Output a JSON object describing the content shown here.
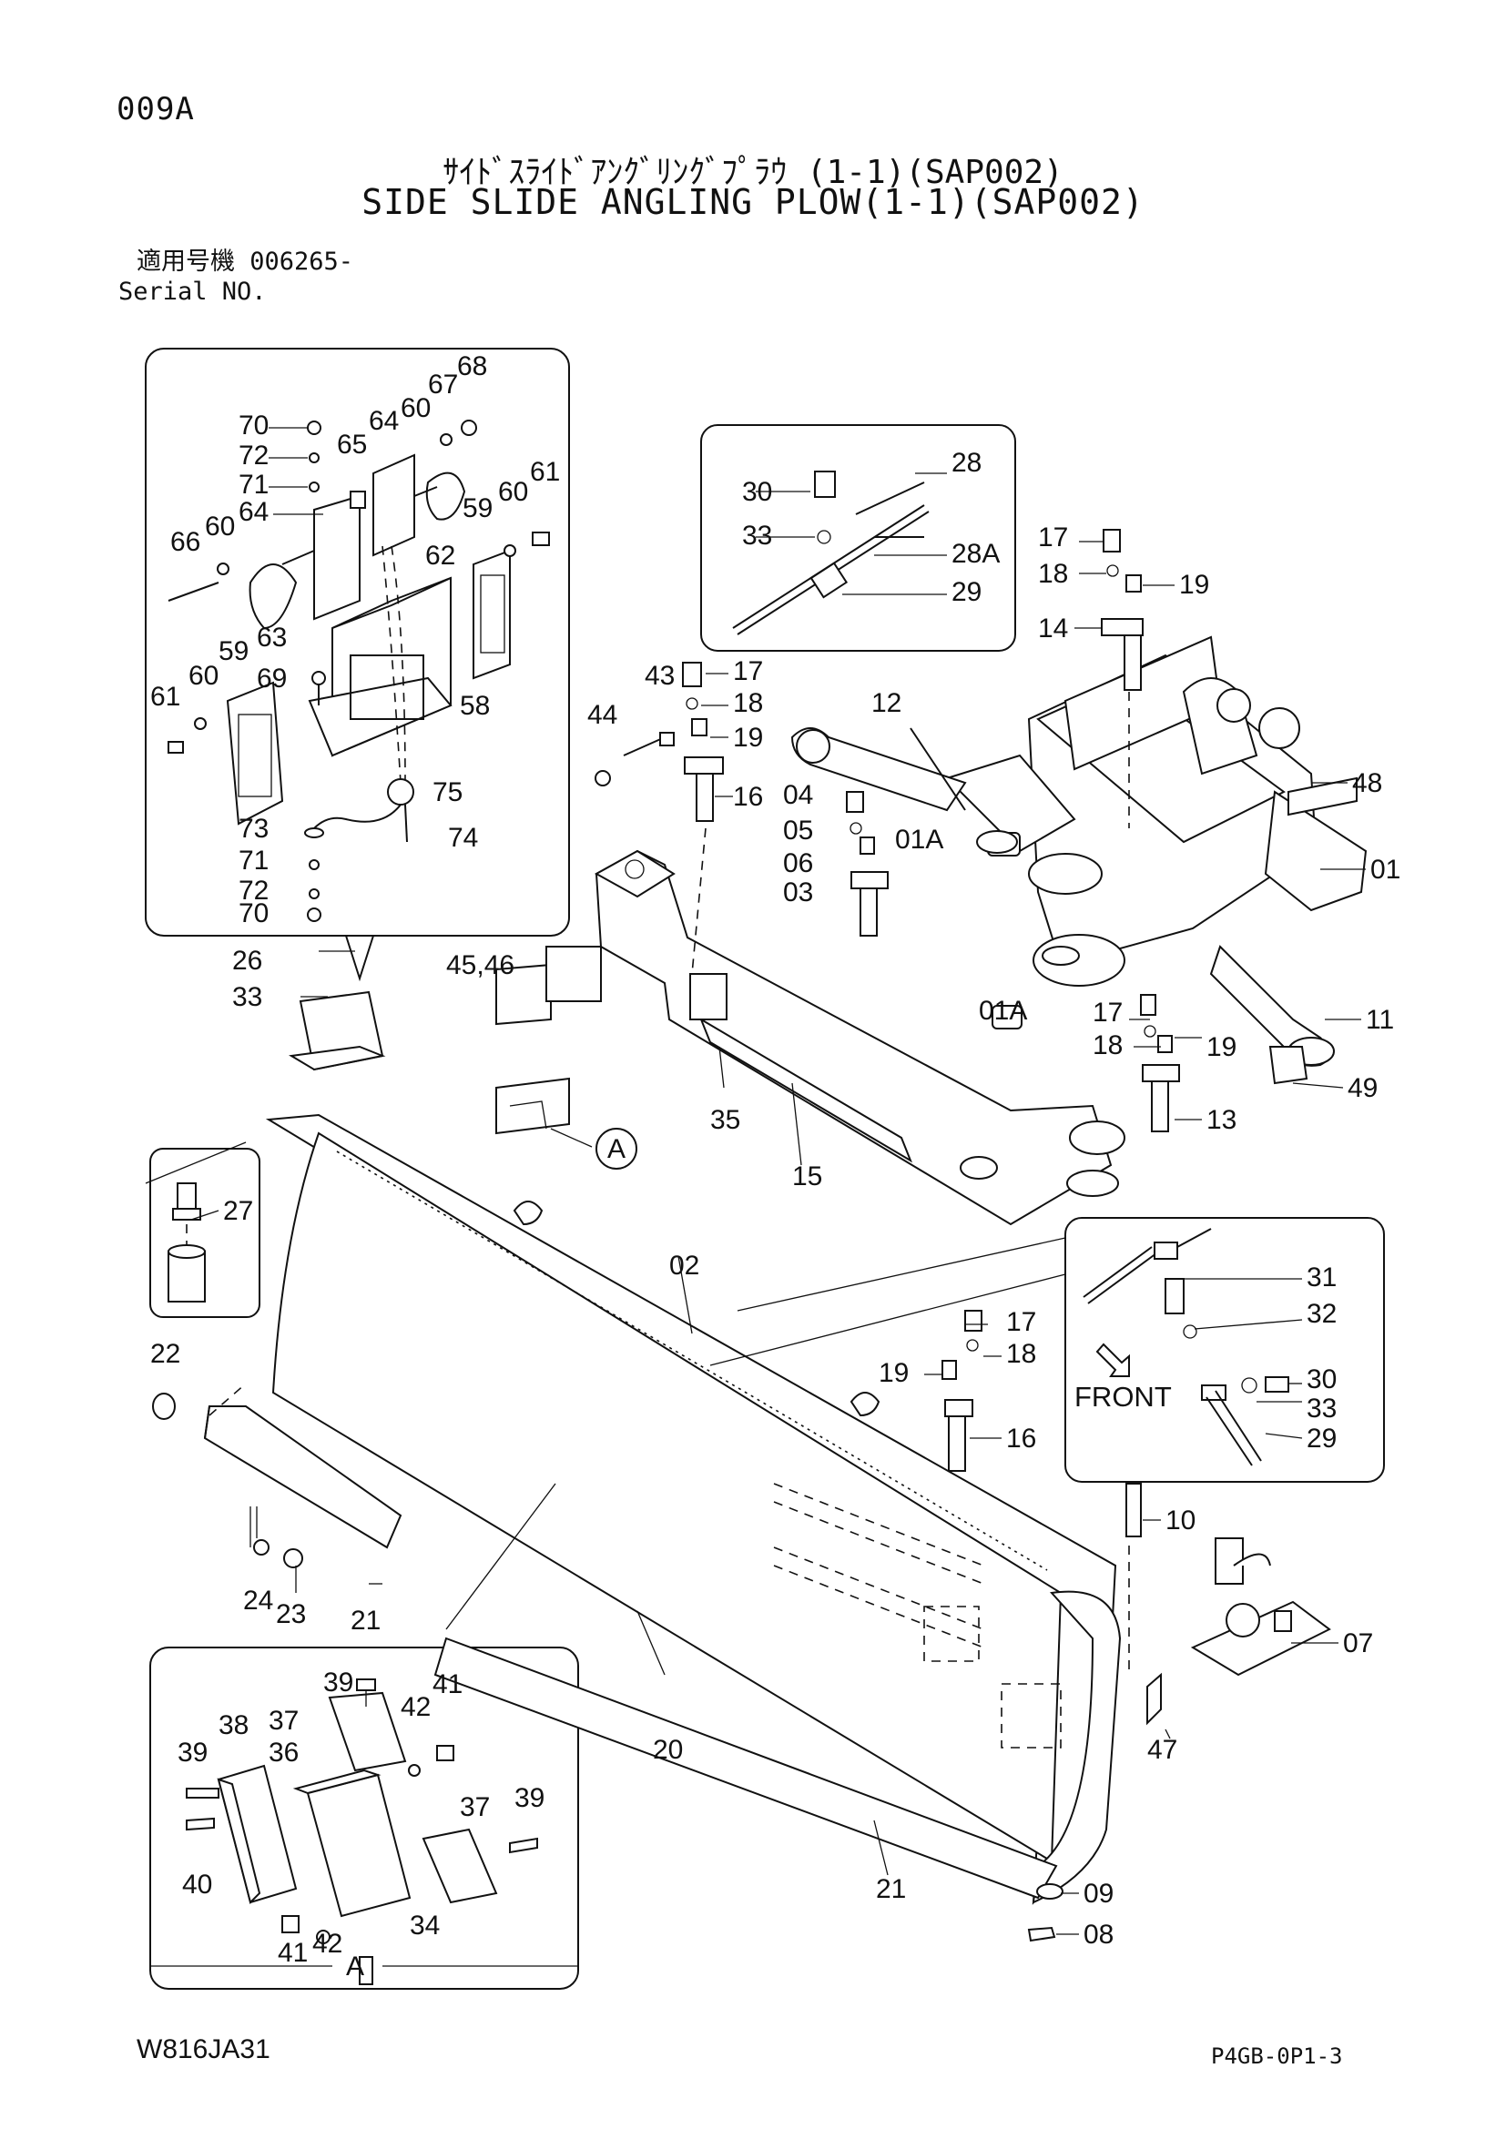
{
  "header": {
    "page_code": "009A",
    "title_jp": "ｻｲﾄﾞｽﾗｲﾄﾞｱﾝｸﾞﾘﾝｸﾞﾌﾟﾗｳ (1-1)(SAP002)",
    "title_en": "SIDE SLIDE ANGLING PLOW(1-1)(SAP002)",
    "serial_jp": "適用号機 006265-",
    "serial_en": "Serial NO."
  },
  "footer": {
    "left_code": "W816JA31",
    "right_code": "P4GB-0P1-3"
  },
  "diagram": {
    "direction_label": "FRONT",
    "detail_ref": "A",
    "callouts": {
      "lamp": [
        "70",
        "72",
        "71",
        "65",
        "64",
        "60",
        "67",
        "68",
        "64",
        "60",
        "61",
        "59",
        "66",
        "60",
        "62",
        "63",
        "59",
        "60",
        "69",
        "58",
        "61",
        "75",
        "73",
        "74",
        "71",
        "72",
        "70"
      ],
      "hose": [
        "30",
        "28",
        "33",
        "28A",
        "29"
      ],
      "upper": [
        "17",
        "18",
        "19",
        "14",
        "43",
        "17",
        "18",
        "19",
        "44",
        "16",
        "12",
        "48",
        "04",
        "05",
        "06",
        "03",
        "01A",
        "01",
        "45,46",
        "26",
        "33",
        "01A",
        "17",
        "18",
        "19",
        "11",
        "49",
        "13",
        "35",
        "15",
        "27"
      ],
      "blade": [
        "02",
        "22",
        "17",
        "18",
        "19",
        "16",
        "31",
        "32",
        "30",
        "33",
        "29",
        "10",
        "07",
        "24",
        "23",
        "21",
        "20",
        "47",
        "21",
        "09",
        "08"
      ],
      "detail_a": [
        "39",
        "41",
        "42",
        "38",
        "37",
        "36",
        "39",
        "37",
        "39",
        "40",
        "34",
        "41",
        "42"
      ]
    }
  }
}
